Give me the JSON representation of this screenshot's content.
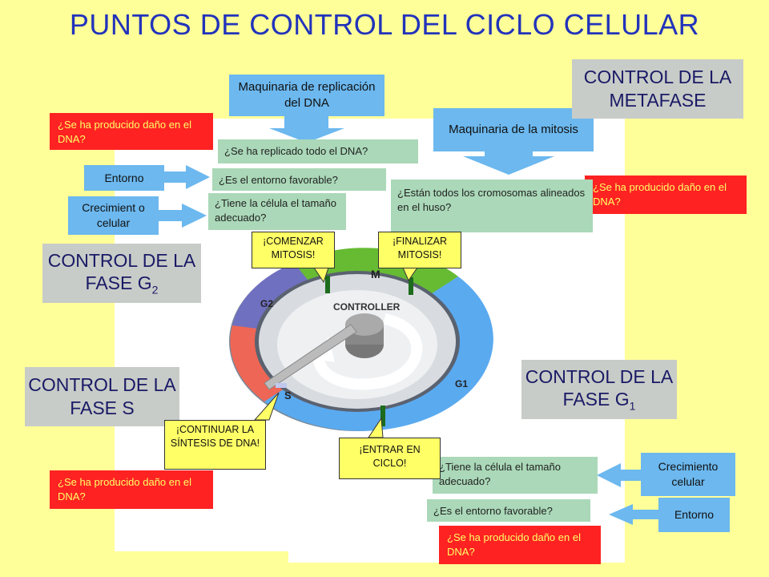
{
  "title": "PUNTOS DE CONTROL DEL CICLO CELULAR",
  "labels": {
    "control_metafase": "CONTROL DE LA METAFASE",
    "control_g2_main": "CONTROL DE LA FASE G",
    "control_g2_sub": "2",
    "control_s": "CONTROL DE LA FASE S",
    "control_g1_main": "CONTROL DE LA FASE G",
    "control_g1_sub": "1"
  },
  "inputs": {
    "maquinaria_replicacion": "Maquinaria de replicación del DNA",
    "maquinaria_mitosis": "Maquinaria de la mitosis",
    "entorno_left": "Entorno",
    "crecimiento_left": "Crecimient o celular",
    "crecimiento_right": "Crecimiento celular",
    "entorno_right": "Entorno"
  },
  "questions": {
    "replicado": "¿Se ha replicado todo el DNA?",
    "entorno_left": "¿Es el entorno favorable?",
    "tamano_left": "¿Tiene la célula el tamaño adecuado?",
    "cromosomas": "¿Están todos los cromosomas alineados en el huso?",
    "tamano_right": "¿Tiene la célula el tamaño adecuado?",
    "entorno_right": "¿Es el entorno favorable?"
  },
  "dna_damage": {
    "top_left": "¿Se ha producido daño en el DNA?",
    "right": "¿Se ha producido daño en el DNA?",
    "bottom_left": "¿Se ha producido daño en el DNA?",
    "bottom_right": "¿Se ha producido daño en el DNA?"
  },
  "signals": {
    "comenzar_mitosis": "¡COMENZAR MITOSIS!",
    "finalizar_mitosis": "¡FINALIZAR MITOSIS!",
    "continuar_sintesis": "¡CONTINUAR LA SÍNTESIS DE DNA!",
    "entrar_ciclo": "¡ENTRAR EN CICLO!"
  },
  "wheel": {
    "controller": "CONTROLLER",
    "phase_m": "M",
    "phase_g2": "G2",
    "phase_s": "S",
    "phase_g1": "G1"
  },
  "colors": {
    "background": "#ffff99",
    "title": "#2233bb",
    "input_blue": "#6cb8ef",
    "question_green": "#aad8b8",
    "damage_red": "#ff2222",
    "damage_text": "#ffff66",
    "control_gray": "#c8ccc8",
    "phase_m": "#66bb33",
    "phase_g2": "#7070c0",
    "phase_s": "#ee6655",
    "phase_g1": "#5aaaf0"
  }
}
